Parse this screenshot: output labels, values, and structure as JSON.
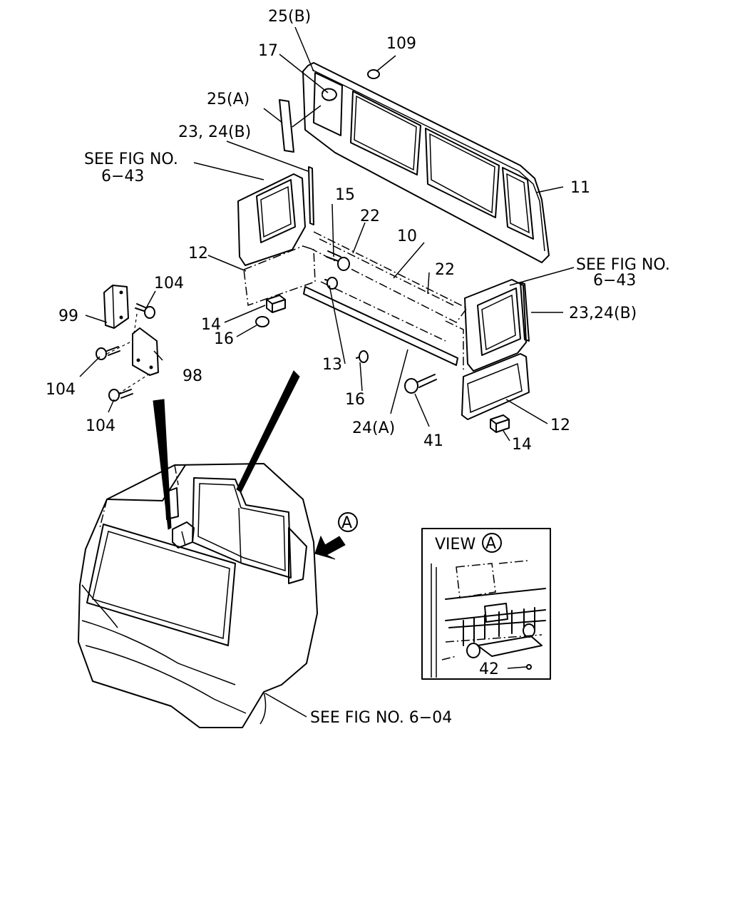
{
  "callouts": {
    "c25b": "25(B)",
    "c17": "17",
    "c109": "109",
    "c25a": "25(A)",
    "c23_24b_left": "23, 24(B)",
    "see_fig_left_1": "SEE FIG NO.",
    "see_fig_left_2": "6−43",
    "c11": "11",
    "c15": "15",
    "c22_top": "22",
    "c10": "10",
    "c22_mid": "22",
    "see_fig_right_1": "SEE FIG NO.",
    "see_fig_right_2": "6−43",
    "c23_24b_right": "23,24(B)",
    "c12_left": "12",
    "c104_top": "104",
    "c99": "99",
    "c14_left": "14",
    "c16_left": "16",
    "c13": "13",
    "c98": "98",
    "c104_mid": "104",
    "c104_bot": "104",
    "c16_mid": "16",
    "c24a": "24(A)",
    "c41": "41",
    "c12_right": "12",
    "c14_right": "14",
    "view_marker": "A",
    "view_label": "VIEW",
    "view_label_marker": "A",
    "c42": "42",
    "see_fig_bottom": "SEE FIG NO. 6−04"
  }
}
